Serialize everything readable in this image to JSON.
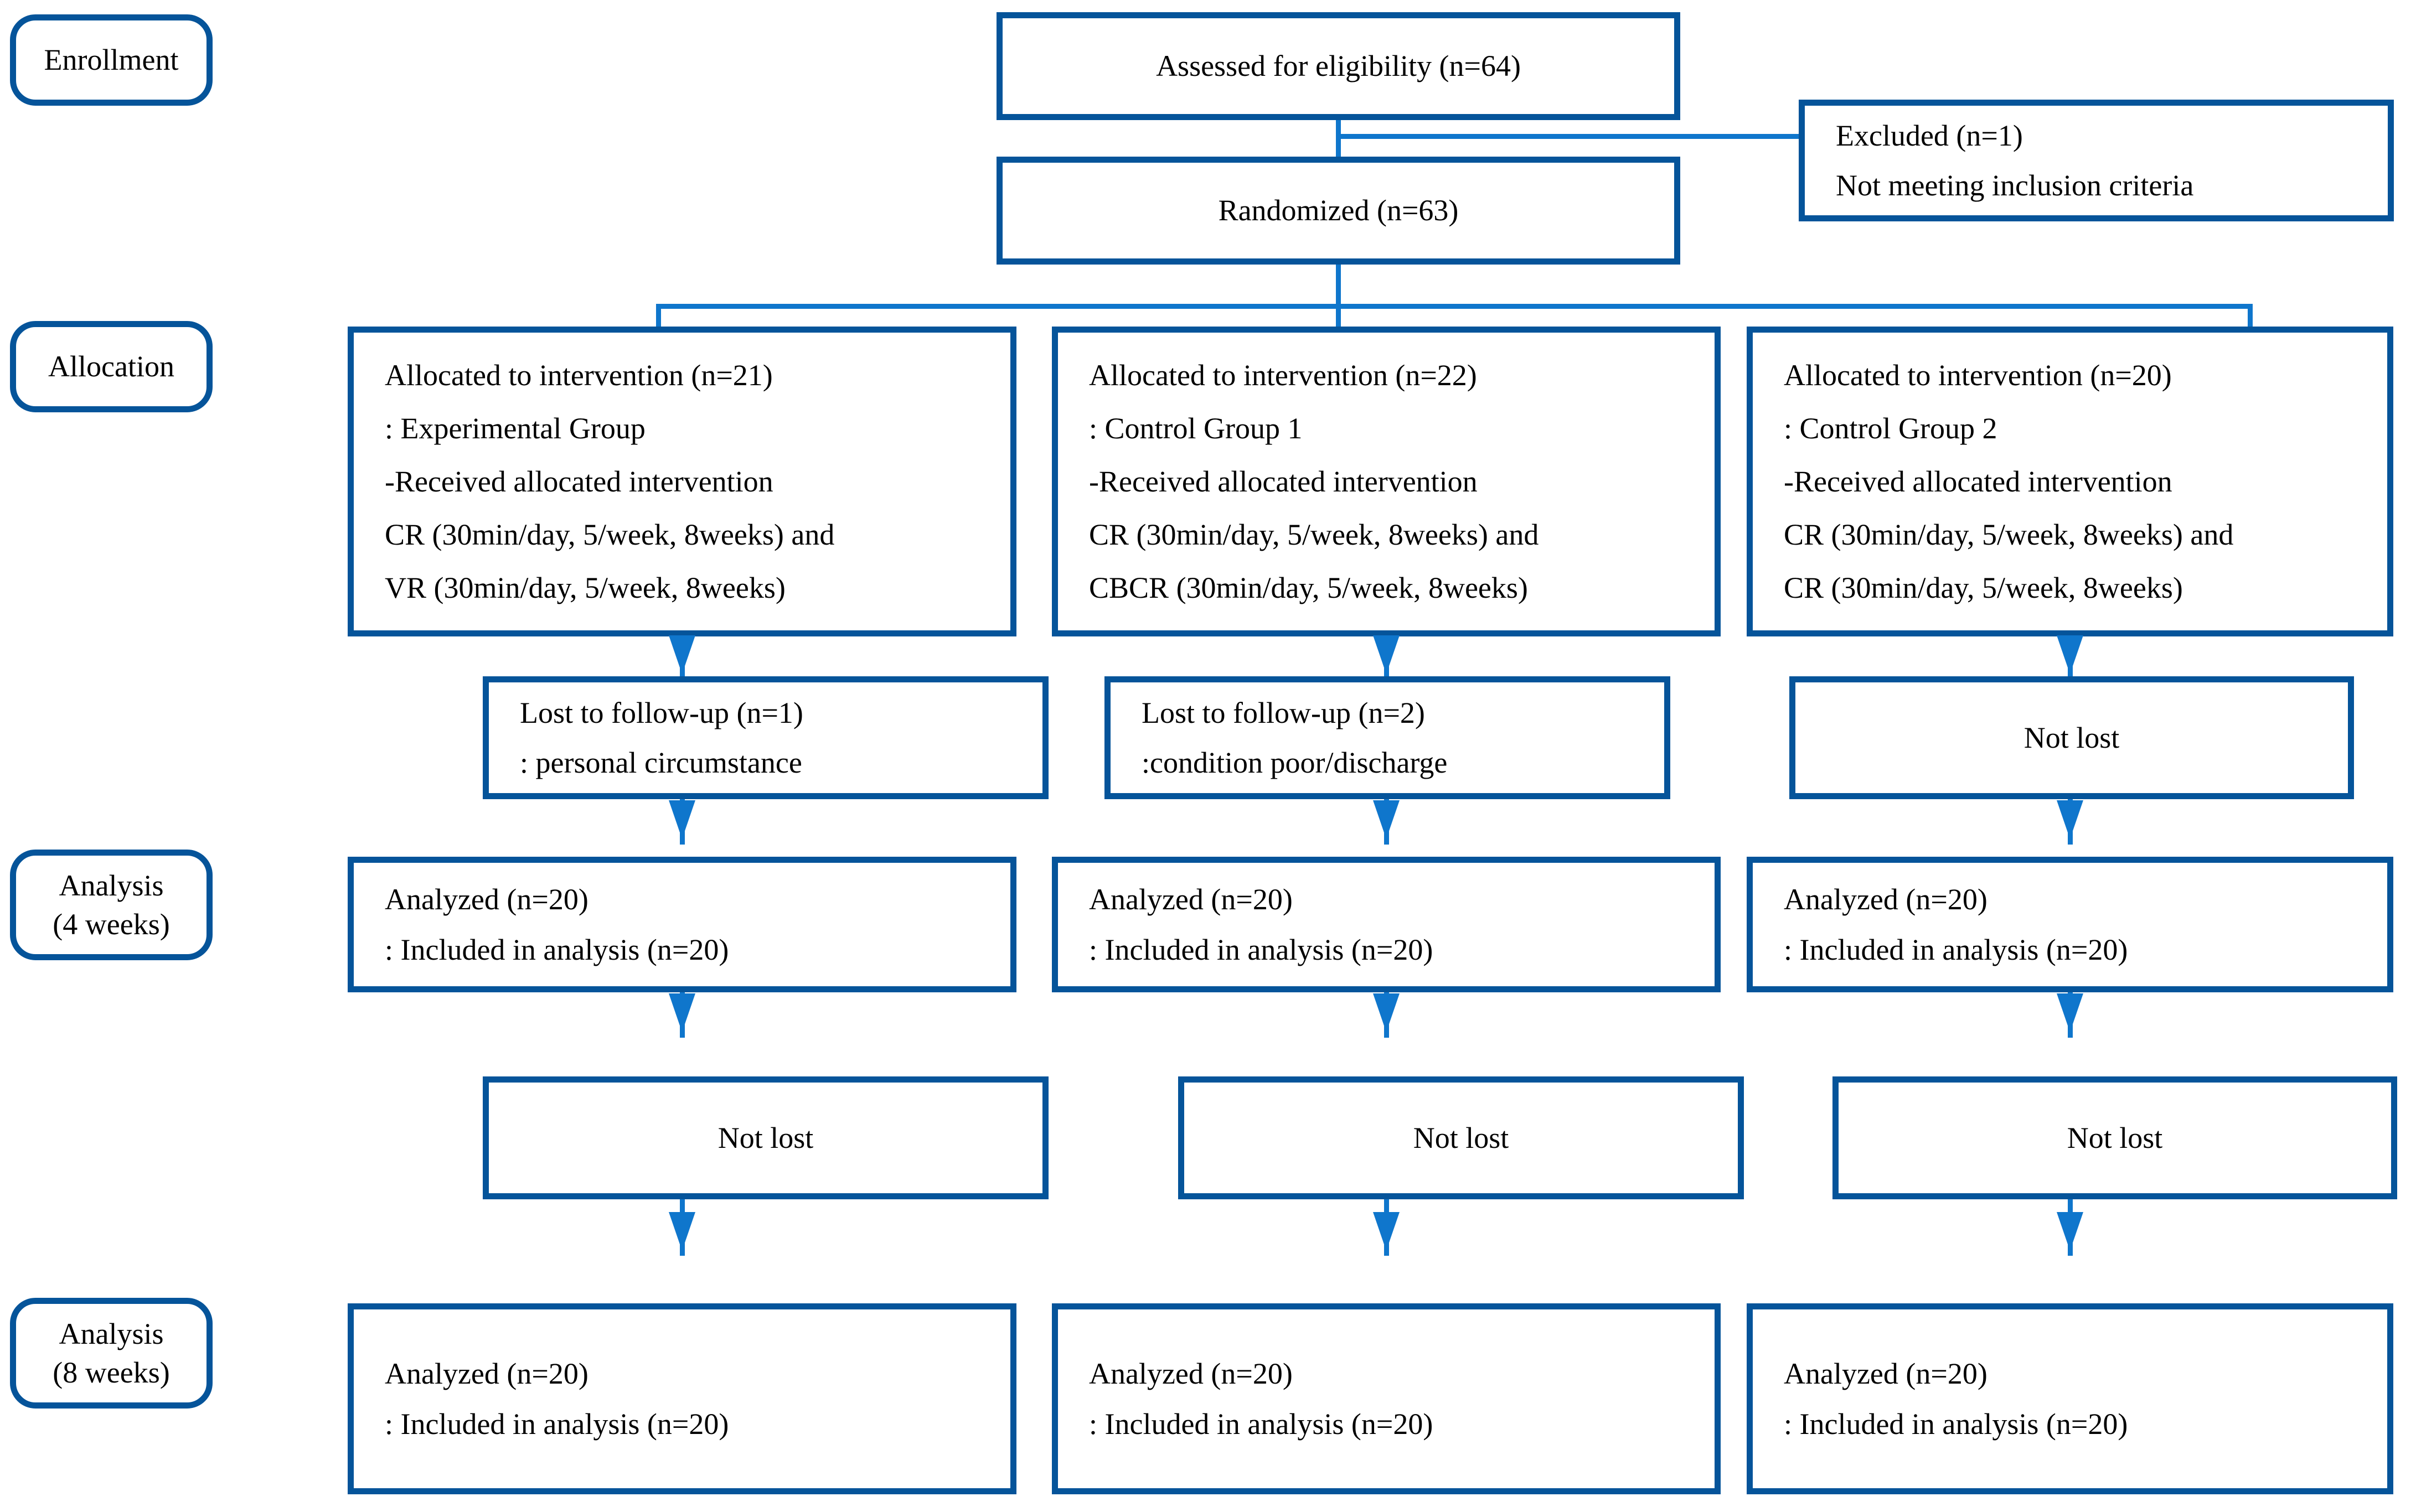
{
  "diagram": {
    "type": "consort-flow-diagram",
    "title": "CONSORT participant flow diagram",
    "accent_color": "#05549a",
    "connector_color": "#0f76cc",
    "background_color": "#ffffff",
    "text_color": "#000000"
  },
  "stages": [
    {
      "id": "enrollment",
      "line1": "Enrollment",
      "line2": ""
    },
    {
      "id": "allocation",
      "line1": "Allocation",
      "line2": ""
    },
    {
      "id": "analysis-4weeks",
      "line1": "Analysis",
      "line2": "(4 weeks)"
    },
    {
      "id": "analysis-8weeks",
      "line1": "Analysis",
      "line2": "(8 weeks)"
    }
  ],
  "enrollment": {
    "assessed": {
      "line1": "Assessed for eligibility (n=64)"
    },
    "randomized": {
      "line1": "Randomized (n=63)"
    },
    "excluded": {
      "line1": "Excluded (n=1)",
      "line2": "Not meeting inclusion criteria"
    }
  },
  "allocation": {
    "arm1": {
      "line1": "Allocated to intervention (n=21)",
      "line2": ": Experimental Group",
      "line3": "-Received allocated intervention",
      "line4": "CR (30min/day, 5/week, 8weeks) and",
      "line5": "VR (30min/day, 5/week, 8weeks)"
    },
    "arm2": {
      "line1": "Allocated to intervention (n=22)",
      "line2": ": Control Group 1",
      "line3": "-Received allocated intervention",
      "line4": "CR (30min/day, 5/week, 8weeks) and",
      "line5": "CBCR (30min/day, 5/week, 8weeks)"
    },
    "arm3": {
      "line1": "Allocated to intervention (n=20)",
      "line2": ": Control Group 2",
      "line3": "-Received allocated intervention",
      "line4": "CR (30min/day, 5/week, 8weeks) and",
      "line5": "CR (30min/day, 5/week, 8weeks)"
    }
  },
  "followup_4weeks": {
    "arm1": {
      "line1": "Lost to follow-up (n=1)",
      "line2": ": personal circumstance"
    },
    "arm2": {
      "line1": "Lost to follow-up (n=2)",
      "line2": ":condition poor/discharge"
    },
    "arm3": {
      "line1": "Not lost",
      "line2": ""
    }
  },
  "analysis_4weeks": {
    "arm1": {
      "line1": "Analyzed (n=20)",
      "line2": ": Included in analysis (n=20)"
    },
    "arm2": {
      "line1": "Analyzed (n=20)",
      "line2": ": Included in analysis (n=20)"
    },
    "arm3": {
      "line1": "Analyzed (n=20)",
      "line2": ": Included in analysis (n=20)"
    }
  },
  "followup_8weeks": {
    "arm1": {
      "line1": "Not lost",
      "line2": ""
    },
    "arm2": {
      "line1": "Not lost",
      "line2": ""
    },
    "arm3": {
      "line1": "Not lost",
      "line2": ""
    }
  },
  "analysis_8weeks": {
    "arm1": {
      "line1": "Analyzed (n=20)",
      "line2": ": Included in analysis (n=20)"
    },
    "arm2": {
      "line1": "Analyzed (n=20)",
      "line2": ": Included in analysis (n=20)"
    },
    "arm3": {
      "line1": "Analyzed (n=20)",
      "line2": ": Included in analysis (n=20)"
    }
  },
  "chart_data": {
    "type": "table",
    "title": "CONSORT flow: participant counts",
    "categories": [
      "Assessed",
      "Excluded",
      "Randomized",
      "Arm 1 (Experimental)",
      "Arm 2 (Control 1)",
      "Arm 3 (Control 2)"
    ],
    "values": [
      64,
      1,
      63,
      21,
      22,
      20
    ],
    "lost_to_followup_4weeks": [
      1,
      2,
      0
    ],
    "analyzed_4weeks": [
      20,
      20,
      20
    ],
    "lost_to_followup_8weeks": [
      0,
      0,
      0
    ],
    "analyzed_8weeks": [
      20,
      20,
      20
    ]
  }
}
